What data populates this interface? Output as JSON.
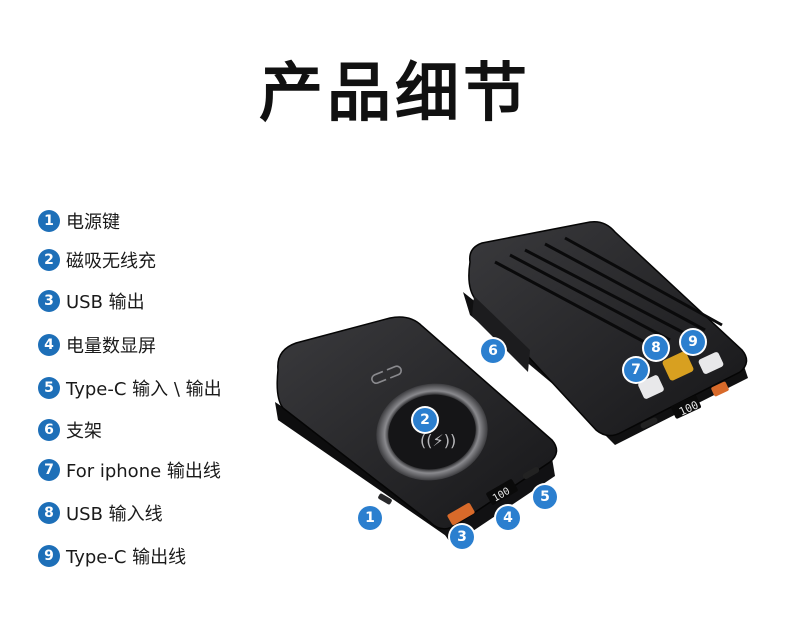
{
  "title": "产品细节",
  "features": [
    {
      "num": "1",
      "label": "电源键"
    },
    {
      "num": "2",
      "label": "磁吸无线充"
    },
    {
      "num": "3",
      "label": "USB 输出"
    },
    {
      "num": "4",
      "label": "电量数显屏"
    },
    {
      "num": "5",
      "label": "Type-C 输入 \\ 输出"
    },
    {
      "num": "6",
      "label": "支架"
    },
    {
      "num": "7",
      "label": "For iphone 输出线"
    },
    {
      "num": "8",
      "label": "USB 输入线"
    },
    {
      "num": "9",
      "label": "Type-C 输出线"
    }
  ],
  "markers": {
    "m1": "1",
    "m2": "2",
    "m3": "3",
    "m4": "4",
    "m5": "5",
    "m6": "6",
    "m7": "7",
    "m8": "8",
    "m9": "9"
  },
  "display": {
    "front": "100",
    "back": "100"
  },
  "colors": {
    "marker": "#2b7fcf",
    "device": "#1c1c1e",
    "accent_port": "#d86a2a"
  }
}
